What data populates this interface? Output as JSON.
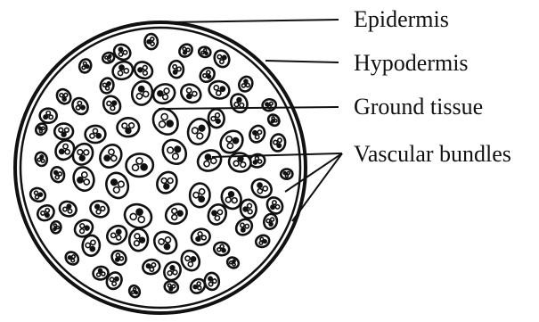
{
  "labels": {
    "epidermis": "Epidermis",
    "hypodermis": "Hypodermis",
    "ground_tissue": "Ground tissue",
    "vascular_bundles": "Vascular bundles"
  },
  "colors": {
    "ink": "#111111",
    "background": "#ffffff"
  }
}
